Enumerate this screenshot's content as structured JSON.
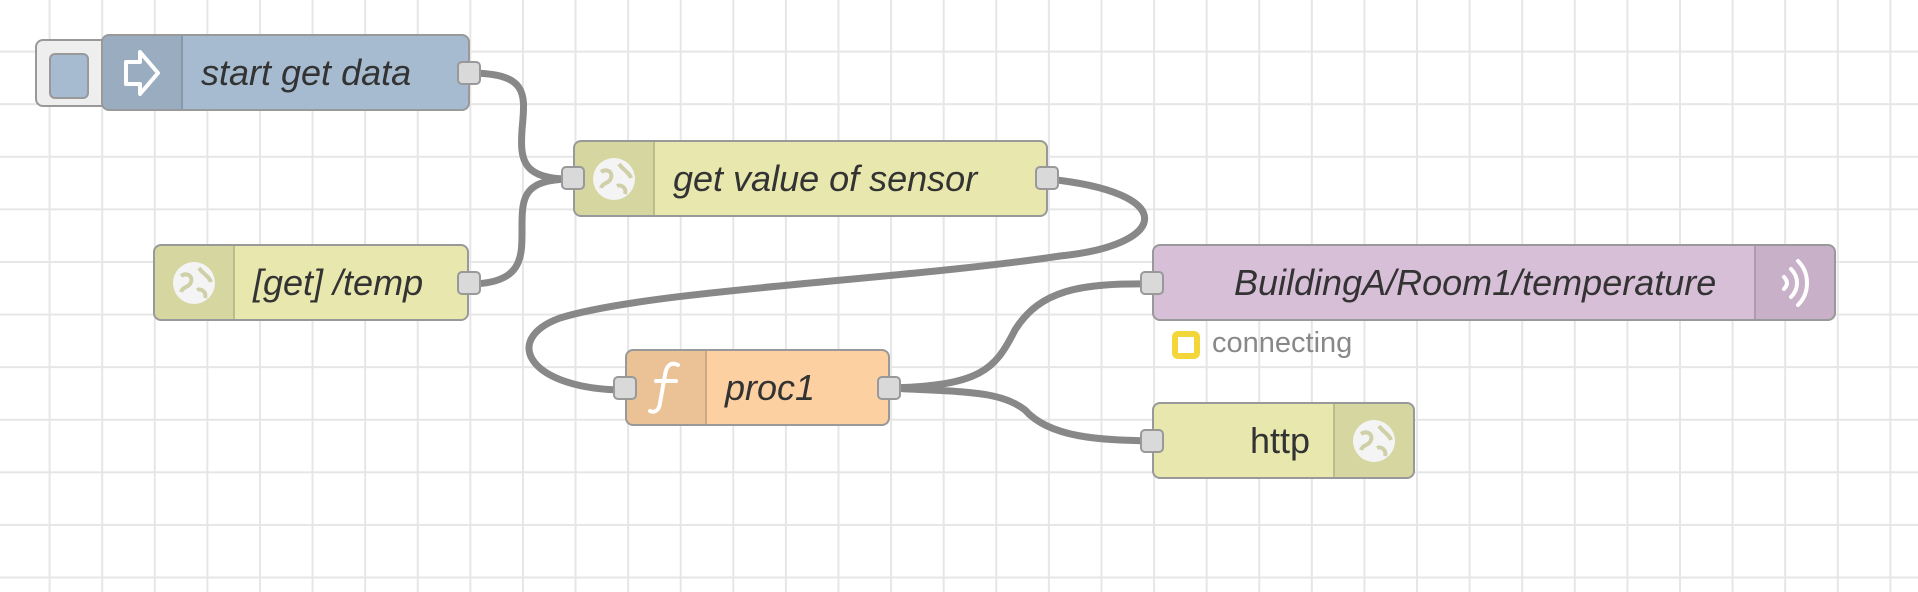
{
  "colors": {
    "inject": "#a6bbcf",
    "http": "#e7e7ae",
    "function": "#fdd0a2",
    "mqtt": "#d8bfd8",
    "wire": "#888888",
    "status_connecting": "#f2d63a"
  },
  "nodes": {
    "start": {
      "label": "start get data",
      "icon": "arrow-right-icon"
    },
    "get_value": {
      "label": "get value of sensor",
      "icon": "globe-icon"
    },
    "get_temp": {
      "label": "[get] /temp",
      "icon": "globe-icon"
    },
    "mqtt_out": {
      "label": "BuildingA/Room1/temperature",
      "icon": "wireless-icon",
      "status": "connecting"
    },
    "proc1": {
      "label": "proc1",
      "icon": "function-icon"
    },
    "http_response": {
      "label": "http",
      "icon": "globe-icon"
    }
  }
}
